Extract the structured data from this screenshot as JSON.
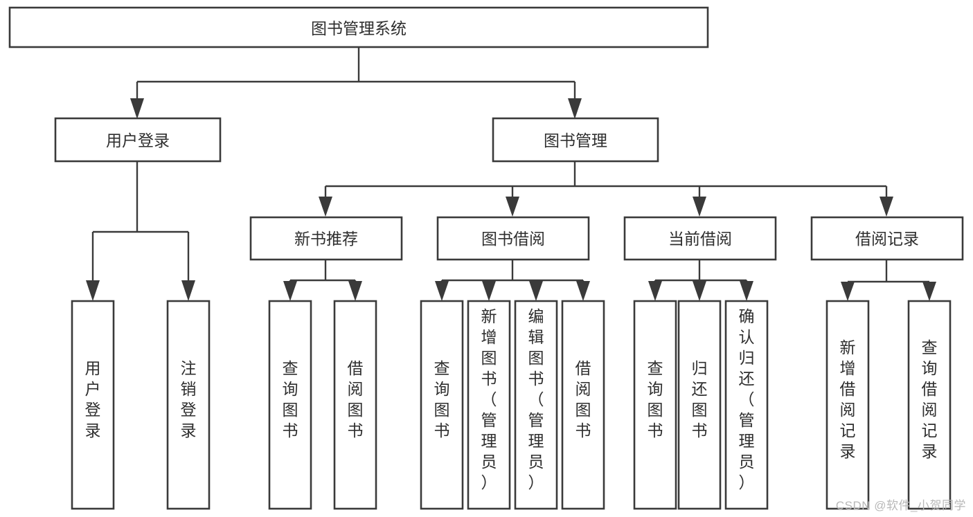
{
  "diagram": {
    "type": "tree-hierarchy",
    "title": "图书管理系统",
    "watermark": "CSDN @软件_小贺同学",
    "colors": {
      "background": "#ffffff",
      "stroke": "#3a3a3a",
      "box_fill": "#ffffff",
      "text": "#2e2e2e",
      "watermark": "#b8b8b8"
    },
    "root": {
      "id": "root",
      "label": "图书管理系统",
      "orientation": "horizontal"
    },
    "level2": [
      {
        "id": "user-login",
        "label": "用户登录",
        "orientation": "horizontal"
      },
      {
        "id": "book-management",
        "label": "图书管理",
        "orientation": "horizontal"
      }
    ],
    "level3": [
      {
        "id": "new-book-recommend",
        "label": "新书推荐",
        "orientation": "horizontal",
        "parent": "book-management"
      },
      {
        "id": "book-borrow",
        "label": "图书借阅",
        "orientation": "horizontal",
        "parent": "book-management"
      },
      {
        "id": "current-borrow",
        "label": "当前借阅",
        "orientation": "horizontal",
        "parent": "book-management"
      },
      {
        "id": "borrow-record",
        "label": "借阅记录",
        "orientation": "horizontal",
        "parent": "book-management"
      }
    ],
    "leaves": {
      "user-login": [
        {
          "id": "leaf-user-login",
          "label": "用户登录",
          "orientation": "vertical"
        },
        {
          "id": "leaf-logout",
          "label": "注销登录",
          "orientation": "vertical"
        }
      ],
      "new-book-recommend": [
        {
          "id": "leaf-query-book-1",
          "label": "查询图书",
          "orientation": "vertical"
        },
        {
          "id": "leaf-borrow-book-1",
          "label": "借阅图书",
          "orientation": "vertical"
        }
      ],
      "book-borrow": [
        {
          "id": "leaf-query-book-2",
          "label": "查询图书",
          "orientation": "vertical"
        },
        {
          "id": "leaf-add-book",
          "label": "新增图书（管理员）",
          "orientation": "vertical"
        },
        {
          "id": "leaf-edit-book",
          "label": "编辑图书（管理员）",
          "orientation": "vertical"
        },
        {
          "id": "leaf-borrow-book-2",
          "label": "借阅图书",
          "orientation": "vertical"
        }
      ],
      "current-borrow": [
        {
          "id": "leaf-query-book-3",
          "label": "查询图书",
          "orientation": "vertical"
        },
        {
          "id": "leaf-return-book",
          "label": "归还图书",
          "orientation": "vertical"
        },
        {
          "id": "leaf-confirm-return",
          "label": "确认归还（管理员）",
          "orientation": "vertical"
        }
      ],
      "borrow-record": [
        {
          "id": "leaf-add-record",
          "label": "新增借阅记录",
          "orientation": "vertical"
        },
        {
          "id": "leaf-query-record",
          "label": "查询借阅记录",
          "orientation": "vertical"
        }
      ]
    }
  }
}
